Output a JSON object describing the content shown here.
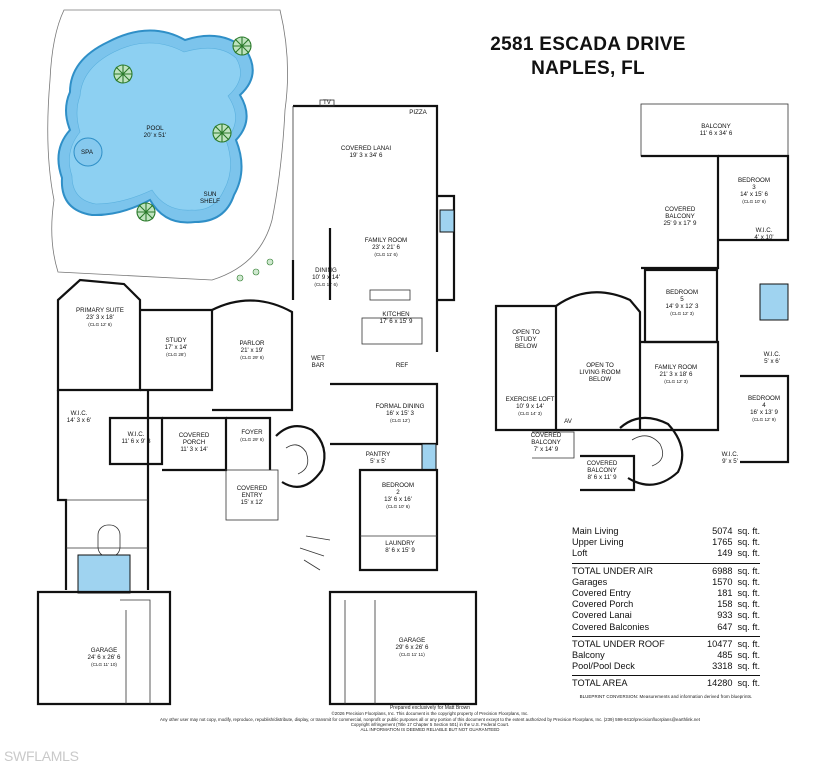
{
  "header": {
    "address_line1": "2581 ESCADA DRIVE",
    "address_line2": "NAPLES, FL"
  },
  "rooms": {
    "pool": {
      "name": "POOL",
      "dims": "20' x 51'"
    },
    "spa": {
      "name": "SPA"
    },
    "sun_shelf": {
      "name": "SUN",
      "name2": "SHELF"
    },
    "covered_lanai": {
      "name": "COVERED LANAI",
      "dims": "19' 3 x 34' 6"
    },
    "tv": {
      "name": "TV"
    },
    "pizza": {
      "name": "PIZZA"
    },
    "family_room": {
      "name": "FAMILY ROOM",
      "dims": "23' x 21' 6",
      "clg": "(CLG 11' 6)"
    },
    "dining": {
      "name": "DINING",
      "dims": "10' 9 x 14'",
      "clg": "(CLG 11' 6)"
    },
    "kitchen": {
      "name": "KITCHEN",
      "dims": "17' 6 x 15' 9"
    },
    "ref": {
      "name": "REF"
    },
    "primary_suite": {
      "name": "PRIMARY SUITE",
      "dims": "23' 3 x 18'",
      "clg": "(CLG 12' 6)"
    },
    "study": {
      "name": "STUDY",
      "dims": "17' x 14'",
      "clg": "(CLG 28')"
    },
    "parlor": {
      "name": "PARLOR",
      "dims": "21' x 19'",
      "clg": "(CLG 29' 6)"
    },
    "wet_bar": {
      "name": "WET",
      "name2": "BAR"
    },
    "formal_dining": {
      "name": "FORMAL DINING",
      "dims": "16' x 15' 3",
      "clg": "(CLG 12')"
    },
    "wic1": {
      "name": "W.I.C.",
      "dims": "14' 3 x 6'"
    },
    "wic2": {
      "name": "W.I.C.",
      "dims": "11' 6 x 9' 3"
    },
    "covered_porch": {
      "name": "COVERED",
      "name2": "PORCH",
      "dims": "11' 3 x 14'"
    },
    "foyer": {
      "name": "FOYER",
      "clg": "(CLG 29' 6)"
    },
    "pantry": {
      "name": "PANTRY",
      "dims": "5' x 5'"
    },
    "covered_entry": {
      "name": "COVERED",
      "name2": "ENTRY",
      "dims": "15' x 12'"
    },
    "bedroom2": {
      "name": "BEDROOM",
      "name2": "2",
      "dims": "13' 6 x 16'",
      "clg": "(CLG 10' 6)"
    },
    "laundry": {
      "name": "LAUNDRY",
      "dims": "8' 6 x 15' 9"
    },
    "garage1": {
      "name": "GARAGE",
      "dims": "24' 6 x 26' 6",
      "clg": "(CLG 11' 10)"
    },
    "garage2": {
      "name": "GARAGE",
      "dims": "29' 6 x 26' 6",
      "clg": "(CLG 11' 11)"
    },
    "balcony": {
      "name": "BALCONY",
      "dims": "11' 6 x 34' 6"
    },
    "bedroom3": {
      "name": "BEDROOM",
      "name2": "3",
      "dims": "14' x 15' 6",
      "clg": "(CLG 10' 6)"
    },
    "wic3": {
      "name": "W.I.C.",
      "dims": "4' x 10'"
    },
    "covered_balcony_top": {
      "name": "COVERED",
      "name2": "BALCONY",
      "dims": "25' 9 x 17' 9"
    },
    "bedroom5": {
      "name": "BEDROOM",
      "name2": "5",
      "dims": "14' 9 x 12' 3",
      "clg": "(CLG 12' 3)"
    },
    "open_study": {
      "name": "OPEN TO",
      "name2": "STUDY",
      "name3": "BELOW"
    },
    "open_living": {
      "name": "OPEN TO",
      "name2": "LIVING ROOM",
      "name3": "BELOW"
    },
    "family_room_up": {
      "name": "FAMILY ROOM",
      "dims": "21' 3 x 18' 6",
      "clg": "(CLG 12' 3)"
    },
    "wic4": {
      "name": "W.I.C.",
      "dims": "5' x 6'"
    },
    "bedroom4": {
      "name": "BEDROOM",
      "name2": "4",
      "dims": "16' x 13' 9",
      "clg": "(CLG 12' 9)"
    },
    "exercise_loft": {
      "name": "EXERCISE LOFT",
      "dims": "10' 9 x 14'",
      "clg": "(CLG 14' 3)"
    },
    "av": {
      "name": "AV"
    },
    "covered_balcony_small": {
      "name": "COVERED",
      "name2": "BALCONY",
      "dims": "7' x 14' 9"
    },
    "covered_balcony_bottom": {
      "name": "COVERED",
      "name2": "BALCONY",
      "dims": "8' 6 x 11' 9"
    },
    "wic5": {
      "name": "W.I.C.",
      "dims": "9' x 5'"
    }
  },
  "stats": {
    "rows_a": [
      {
        "label": "Main Living",
        "value": "5074",
        "unit": "sq. ft."
      },
      {
        "label": "Upper Living",
        "value": "1765",
        "unit": "sq. ft."
      },
      {
        "label": "Loft",
        "value": "149",
        "unit": "sq. ft."
      }
    ],
    "rows_b": [
      {
        "label": "TOTAL UNDER AIR",
        "value": "6988",
        "unit": "sq. ft."
      },
      {
        "label": "Garages",
        "value": "1570",
        "unit": "sq. ft."
      },
      {
        "label": "Covered Entry",
        "value": "181",
        "unit": "sq. ft."
      },
      {
        "label": "Covered Porch",
        "value": "158",
        "unit": "sq. ft."
      },
      {
        "label": "Covered Lanai",
        "value": "933",
        "unit": "sq. ft."
      },
      {
        "label": "Covered Balconies",
        "value": "647",
        "unit": "sq. ft."
      }
    ],
    "rows_c": [
      {
        "label": "TOTAL UNDER ROOF",
        "value": "10477",
        "unit": "sq. ft."
      },
      {
        "label": "Balcony",
        "value": "485",
        "unit": "sq. ft."
      },
      {
        "label": "Pool/Pool Deck",
        "value": "3318",
        "unit": "sq. ft."
      }
    ],
    "rows_d": [
      {
        "label": "TOTAL AREA",
        "value": "14280",
        "unit": "sq. ft."
      }
    ],
    "note": "BLUEPRINT CONVERSION: Measurements and information derived from blueprints."
  },
  "footer": {
    "prepared": "Prepared exclusively for Matt Brown",
    "line1": "©2026 Precision Floorplans, Inc.   This document is the copyright property of Precision Floorplans, Inc.",
    "line2": "Any other user may not copy, modify, reproduce, republish/distribute, display, or transmit for commercial, nonprofit or public purposes all or any portion of this document except to the extent authorized by Precision Floorplans, Inc. (239) 598-9410/precisionfloorplans@earthlink.net",
    "line3": "Copyright infringement (Title 17 Chapter 5 Section 501) in the U.S. Federal Court.",
    "line4": "ALL INFORMATION IS DEEMED RELIABLE BUT NOT GUARANTEED"
  },
  "watermark": "SWFLAMLS",
  "colors": {
    "pool": "#7cc4ec",
    "pool_edge": "#2f8fc7",
    "wall": "#111111",
    "glass": "#9fd3f0"
  }
}
